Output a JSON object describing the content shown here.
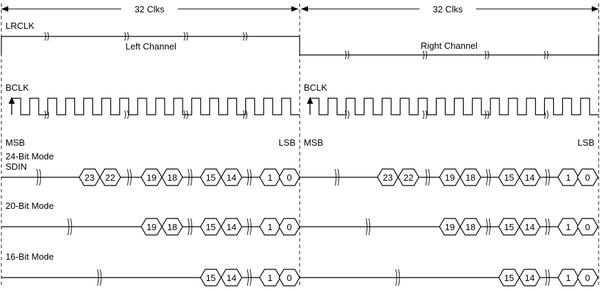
{
  "span_label_left": "32 Clks",
  "span_label_right": "32 Clks",
  "signals": {
    "lrclk": "LRCLK",
    "bclk_left": "BCLK",
    "bclk_right": "BCLK"
  },
  "channels": {
    "left": "Left Channel",
    "right": "Right Channel"
  },
  "bit_labels": {
    "msb_left": "MSB",
    "lsb_left": "LSB",
    "msb_right": "MSB",
    "lsb_right": "LSB"
  },
  "modes": {
    "mode24": "24-Bit Mode",
    "sdin": "SDIN",
    "mode20": "20-Bit Mode",
    "mode16": "16-Bit Mode"
  },
  "bits": {
    "mode24": [
      "23",
      "22",
      "19",
      "18",
      "15",
      "14",
      "1",
      "0"
    ],
    "mode20": [
      "19",
      "18",
      "15",
      "14",
      "1",
      "0"
    ],
    "mode16": [
      "15",
      "14",
      "1",
      "0"
    ]
  }
}
